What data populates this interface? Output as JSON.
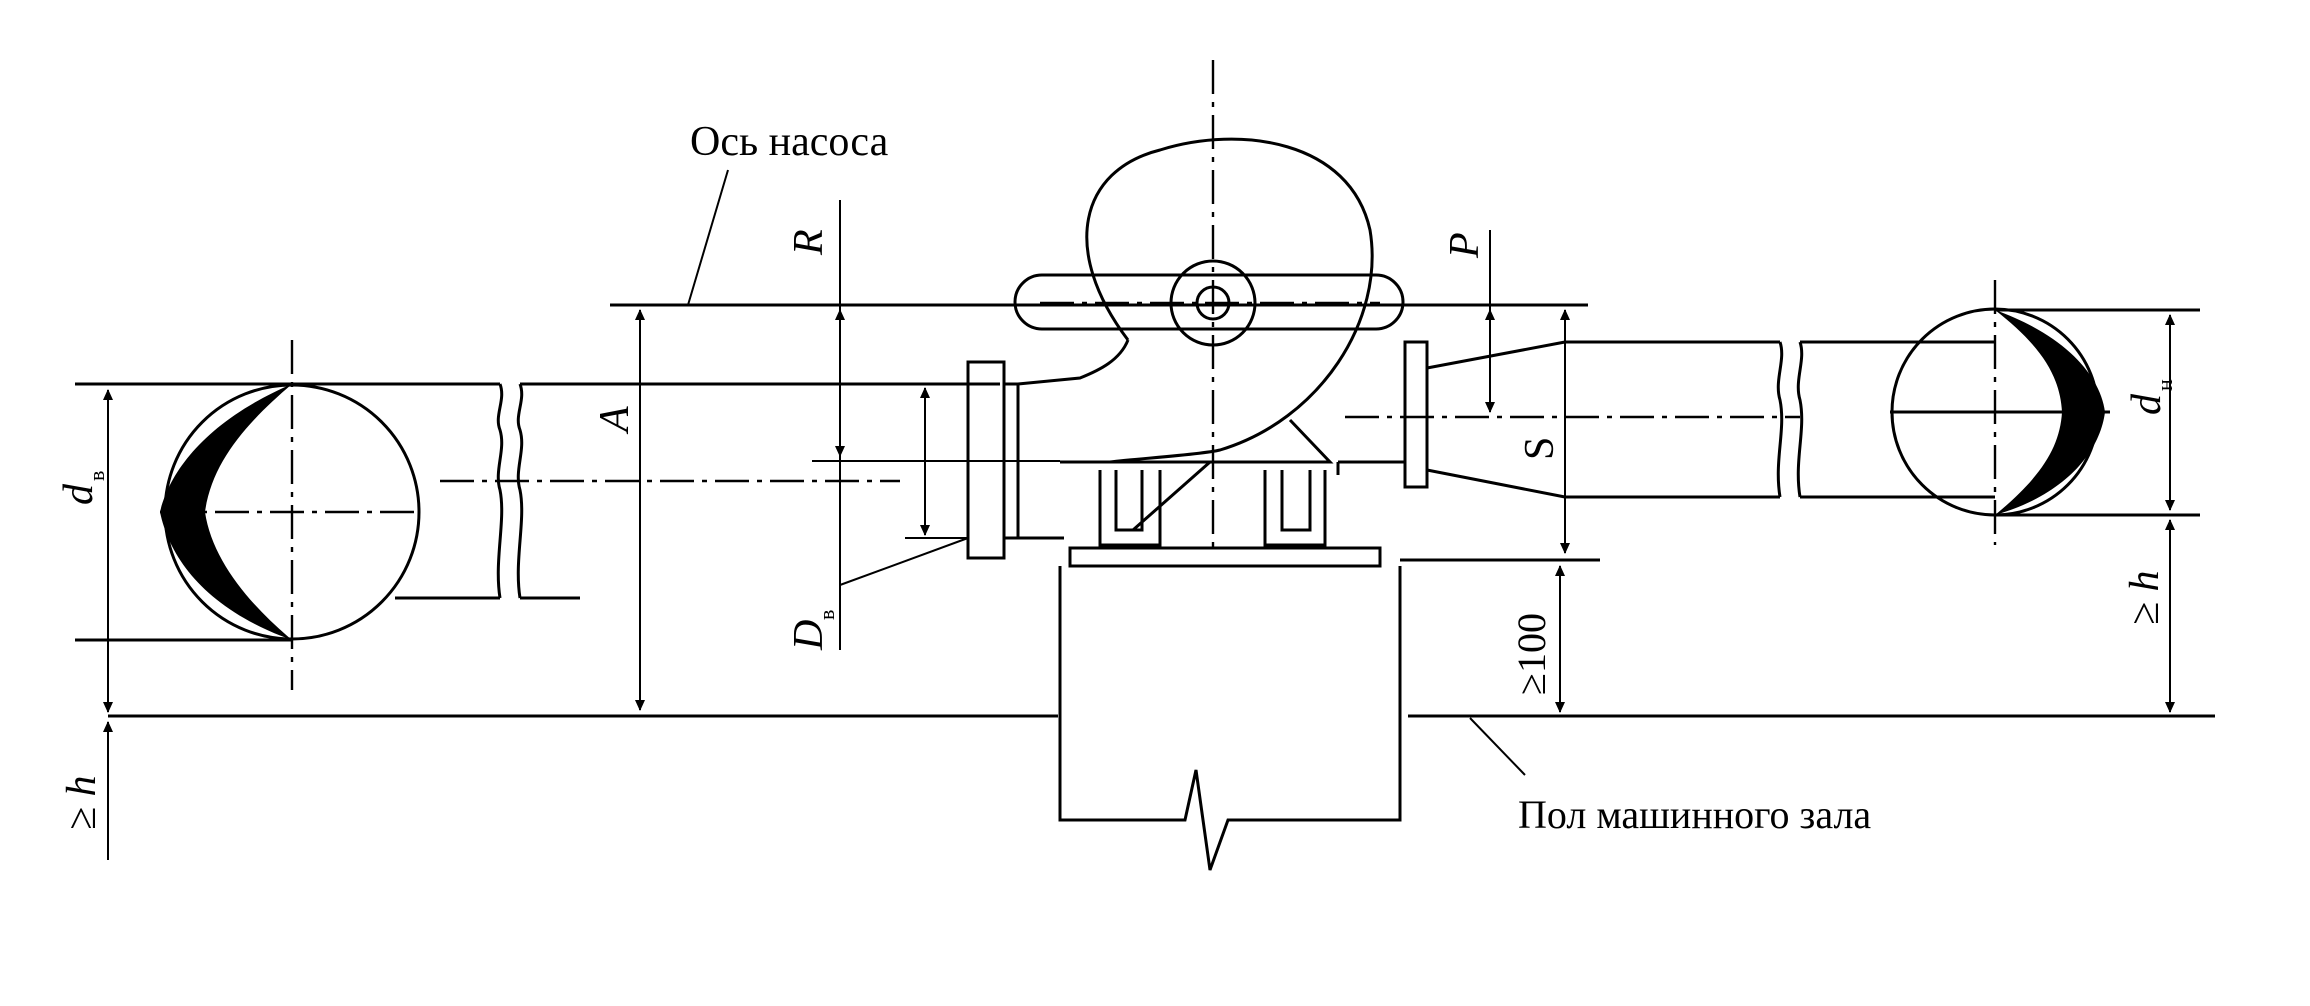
{
  "labels": {
    "pump_axis": "Ось насоса",
    "floor": "Пол машинного зала",
    "R": "R",
    "P": "P",
    "A": "A",
    "S": "S",
    "D_main": "D",
    "D_sub": "в",
    "d_in_main": "d",
    "d_in_sub": "в",
    "d_out_main": "d",
    "d_out_sub": "н",
    "h_left": "≥ h",
    "h_right": "≥ h",
    "min_100": "≥100"
  },
  "colors": {
    "ink": "#000000",
    "paper": "#ffffff"
  }
}
